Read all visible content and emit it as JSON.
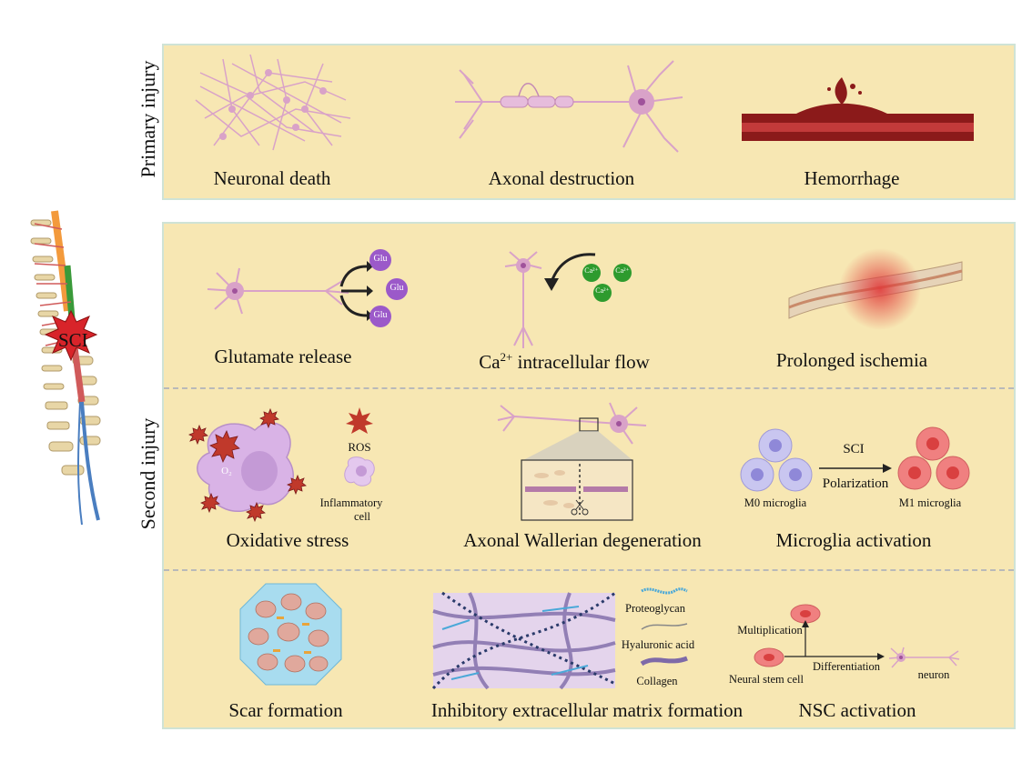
{
  "primary": {
    "label": "Primary injury",
    "items": [
      "Neuronal death",
      "Axonal destruction",
      "Hemorrhage"
    ]
  },
  "second": {
    "label": "Second injury",
    "row1": {
      "glutamate": "Glutamate release",
      "glu": "Glu",
      "ca_prefix": "Ca",
      "ca_sup": "2+",
      "ca_suffix": " intracellular flow",
      "ca_ion": "Ca²⁺",
      "ischemia": "Prolonged ischemia"
    },
    "row2": {
      "oxidative": "Oxidative stress",
      "o2": "O₂",
      "ros": "ROS",
      "inflam_line1": "Inflammatory",
      "inflam_line2": "cell",
      "wallerian": "Axonal Wallerian degeneration",
      "microglia": "Microglia activation",
      "sci": "SCI",
      "polarization": "Polarization",
      "m0": "M0 microglia",
      "m1": "M1 microglia"
    },
    "row3": {
      "scar": "Scar formation",
      "ecm": "Inhibitory extracellular matrix formation",
      "proteoglycan": "Proteoglycan",
      "hyaluronic": "Hyaluronic acid",
      "collagen": "Collagen",
      "nsc": "NSC activation",
      "multiplication": "Multiplication",
      "differentiation": "Differentiation",
      "neural_stem": "Neural stem cell",
      "neuron": "neuron"
    }
  },
  "spine": {
    "label": "SCI"
  },
  "colors": {
    "panel": "#f7e7b3",
    "border": "#cfe3d6",
    "neuron": "#d9a2c8",
    "glu": "#9b59c9",
    "ca": "#2e9b2e",
    "red": "#c0392b"
  }
}
